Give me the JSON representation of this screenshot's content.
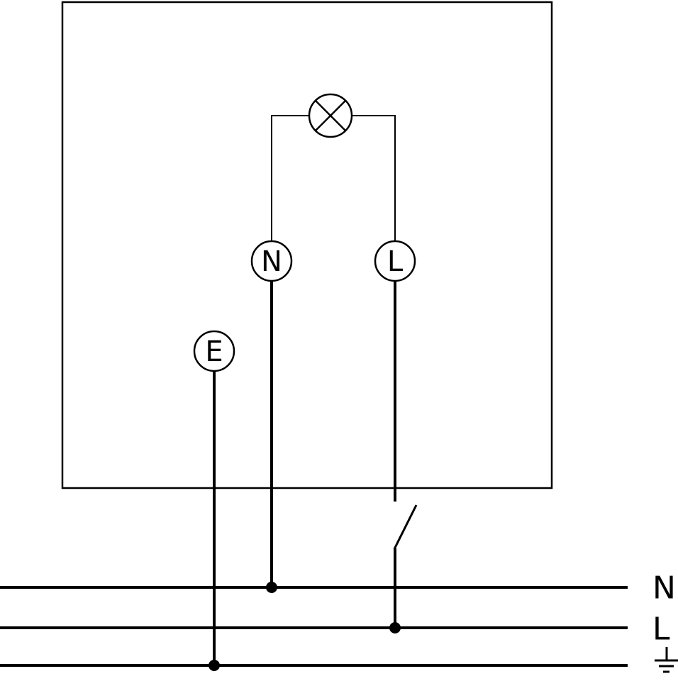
{
  "diagram": {
    "title": "wiring-diagram-motion-sensor-lamp",
    "device": {
      "outline": "device-enclosure"
    },
    "lamp": {
      "icon": "lamp-icon"
    },
    "terminals": {
      "n": "N",
      "l": "L",
      "e": "E"
    },
    "switch": {
      "icon": "switch-contact-icon"
    },
    "bus": {
      "neutral_label": "N",
      "line_label": "L",
      "earth_icon": "earth-ground-icon"
    },
    "colors": {
      "stroke": "#000000",
      "background": "#ffffff"
    }
  }
}
